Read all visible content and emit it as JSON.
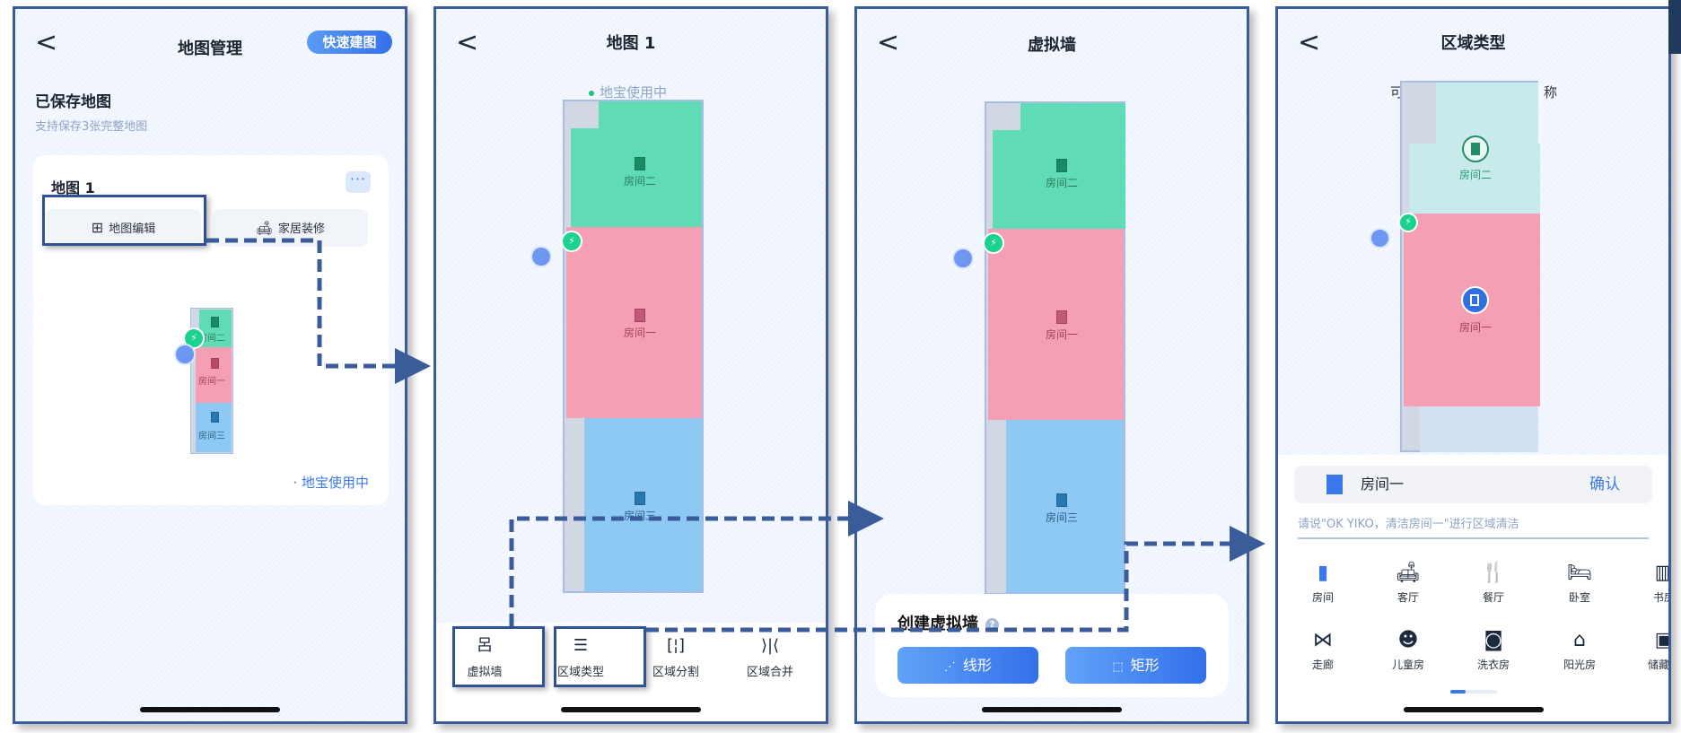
{
  "panel1": {
    "back": "<",
    "title": "地图管理",
    "quick_build": "快速建图",
    "saved_title": "已保存地图",
    "saved_subtitle": "支持保存3张完整地图",
    "card": {
      "name": "地图 1",
      "more": "···",
      "edit_button": "地图编辑",
      "decor_button": "家居装修",
      "status": "· 地宝使用中"
    }
  },
  "panel2": {
    "back": "<",
    "title": "地图 1",
    "status": "地宝使用中",
    "tools": [
      {
        "icon": "virtual-wall-icon",
        "glyph": "呂",
        "label": "虚拟墙"
      },
      {
        "icon": "list-icon",
        "glyph": "☰",
        "label": "区域类型"
      },
      {
        "icon": "split-icon",
        "glyph": "[¦]",
        "label": "区域分割"
      },
      {
        "icon": "merge-icon",
        "glyph": "⟩|⟨",
        "label": "区域合并"
      }
    ]
  },
  "panel3": {
    "back": "<",
    "title": "虚拟墙",
    "sheet_title": "创建虚拟墙",
    "help": "?",
    "line_button": "线形",
    "rect_button": "矩形"
  },
  "panel4": {
    "back": "<",
    "title": "区域类型",
    "overlay_text_left": "可",
    "overlay_text_right": "称",
    "selected_room": "房间一",
    "confirm": "确认",
    "hint": "请说\"OK YIKO，清洁房间一\"进行区域清洁",
    "types": [
      {
        "icon": "door-icon",
        "glyph": "▮",
        "label": "房间",
        "active": true
      },
      {
        "icon": "sofa-icon",
        "glyph": "🛋",
        "label": "客厅"
      },
      {
        "icon": "cutlery-icon",
        "glyph": "🍴",
        "label": "餐厅"
      },
      {
        "icon": "bed-icon",
        "glyph": "🛏",
        "label": "卧室"
      },
      {
        "icon": "books-icon",
        "glyph": "▥",
        "label": "书房"
      },
      {
        "icon": "corridor-icon",
        "glyph": "⋈",
        "label": "走廊"
      },
      {
        "icon": "child-face-icon",
        "glyph": "☻",
        "label": "儿童房"
      },
      {
        "icon": "washer-icon",
        "glyph": "◙",
        "label": "洗衣房"
      },
      {
        "icon": "sun-house-icon",
        "glyph": "⌂",
        "label": "阳光房"
      },
      {
        "icon": "box-icon",
        "glyph": "▣",
        "label": "储藏室"
      }
    ],
    "pager_page": 1,
    "pager_total": 3
  },
  "rooms": {
    "room1": "房间一",
    "room2": "房间二",
    "room3": "房间三"
  },
  "colors": {
    "accent": "#3a78ec",
    "frame": "#3b5c9a",
    "room1": "#f49fb4",
    "room2": "#5fdcb5",
    "room3": "#8ec9f3",
    "wall": "#d1d8e4"
  }
}
